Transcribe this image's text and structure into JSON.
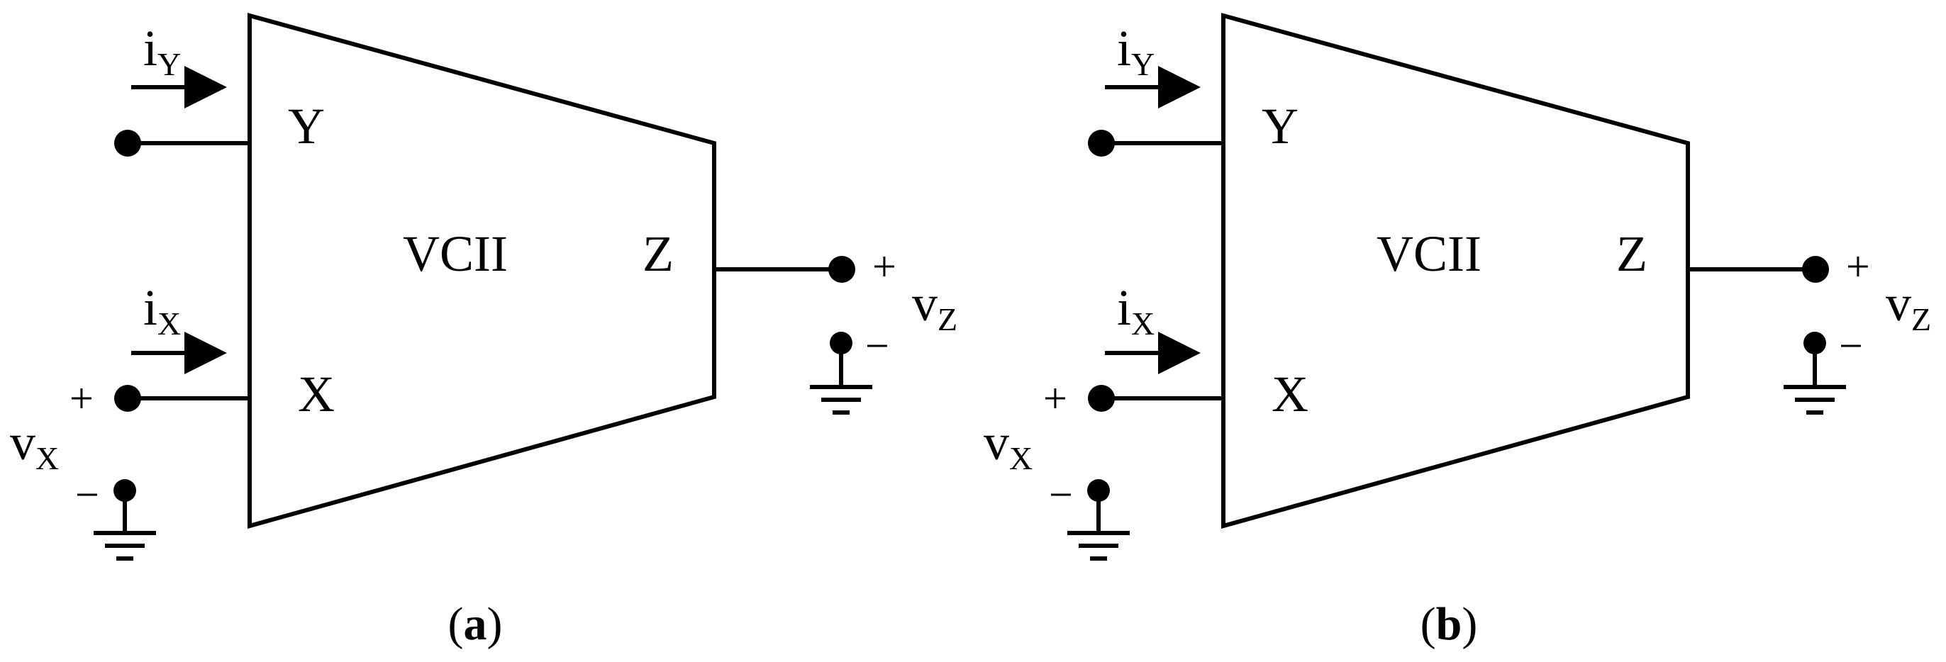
{
  "panels": [
    {
      "block_label": "VCII",
      "port_y": "Y",
      "port_x": "X",
      "port_z": "Z",
      "current_y": {
        "symbol": "i",
        "subscript": "Y"
      },
      "current_x": {
        "symbol": "i",
        "subscript": "X"
      },
      "voltage_x": {
        "symbol": "v",
        "subscript": "X"
      },
      "voltage_z": {
        "symbol": "v",
        "subscript": "Z"
      },
      "plus": "+",
      "minus": "−",
      "caption_open": "(",
      "caption_letter": "a",
      "caption_close": ")"
    },
    {
      "block_label": "VCII",
      "port_y": "Y",
      "port_x": "X",
      "port_z": "Z",
      "current_y": {
        "symbol": "i",
        "subscript": "Y"
      },
      "current_x": {
        "symbol": "i",
        "subscript": "X"
      },
      "voltage_x": {
        "symbol": "v",
        "subscript": "X"
      },
      "voltage_z": {
        "symbol": "v",
        "subscript": "Z"
      },
      "plus": "+",
      "minus": "−",
      "caption_open": "(",
      "caption_letter": "b",
      "caption_close": ")"
    }
  ]
}
